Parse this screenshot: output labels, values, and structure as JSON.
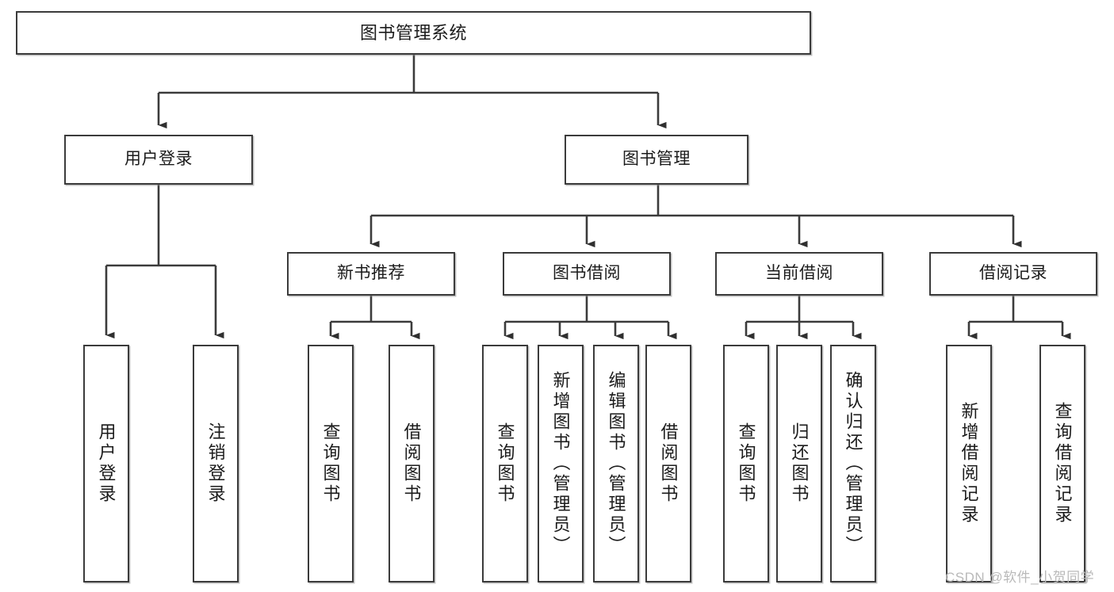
{
  "diagram": {
    "type": "tree-hierarchy-diagram",
    "title": "图书管理系统",
    "background_color": "#ffffff",
    "line_color": "#3b3b3b",
    "box_border_color": "#3b3b3b",
    "text_color": "#1b1b1b"
  },
  "watermark": {
    "text": "CSDN @软件_小贺同学",
    "color": "#b9b9b9"
  },
  "nodes": {
    "root": {
      "label": "图书管理系统"
    },
    "level2": [
      {
        "id": "user-login",
        "label": "用户登录"
      },
      {
        "id": "book-management",
        "label": "图书管理"
      }
    ],
    "level3": [
      {
        "id": "new-book-recommend",
        "label": "新书推荐"
      },
      {
        "id": "book-borrow",
        "label": "图书借阅"
      },
      {
        "id": "current-borrow",
        "label": "当前借阅"
      },
      {
        "id": "borrow-record",
        "label": "借阅记录"
      }
    ],
    "leaves": [
      {
        "id": "leaf-user-login",
        "label": "用户登录",
        "parent": "user-login"
      },
      {
        "id": "leaf-logout-login",
        "label": "注销登录",
        "parent": "user-login"
      },
      {
        "id": "leaf-query-book-1",
        "label": "查询图书",
        "parent": "new-book-recommend"
      },
      {
        "id": "leaf-borrow-book-1",
        "label": "借阅图书",
        "parent": "new-book-recommend"
      },
      {
        "id": "leaf-query-book-2",
        "label": "查询图书",
        "parent": "book-borrow"
      },
      {
        "id": "leaf-add-book",
        "label": "新增图书（管理员）",
        "parent": "book-borrow"
      },
      {
        "id": "leaf-edit-book",
        "label": "编辑图书（管理员）",
        "parent": "book-borrow"
      },
      {
        "id": "leaf-borrow-book-2",
        "label": "借阅图书",
        "parent": "book-borrow"
      },
      {
        "id": "leaf-query-book-3",
        "label": "查询图书",
        "parent": "current-borrow"
      },
      {
        "id": "leaf-return-book",
        "label": "归还图书",
        "parent": "current-borrow"
      },
      {
        "id": "leaf-confirm-return",
        "label": "确认归还（管理员）",
        "parent": "current-borrow"
      },
      {
        "id": "leaf-add-record",
        "label": "新增借阅记录",
        "parent": "borrow-record"
      },
      {
        "id": "leaf-query-record",
        "label": "查询借阅记录",
        "parent": "borrow-record"
      }
    ]
  }
}
